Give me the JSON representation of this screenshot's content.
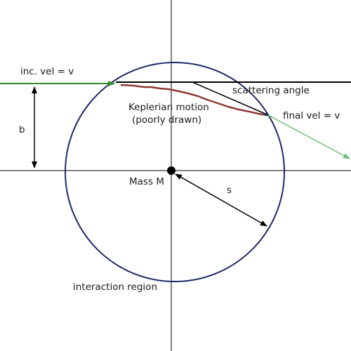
{
  "labels": {
    "incoming_velocity": "inc. vel = v",
    "impact_parameter": "b",
    "keplerian_line1": "Keplerian motion",
    "keplerian_line2": "(poorly drawn)",
    "scattering_angle": "scattering angle",
    "final_velocity": "final vel = v",
    "mass": "Mass M",
    "radius": "s",
    "region": "interaction region"
  },
  "colors": {
    "circle": "#1f2a66",
    "incoming_arrow": "#2e8b2e",
    "outgoing_arrow": "#6fbf73",
    "trajectory": "#8b3a32",
    "axes": "#000000"
  }
}
